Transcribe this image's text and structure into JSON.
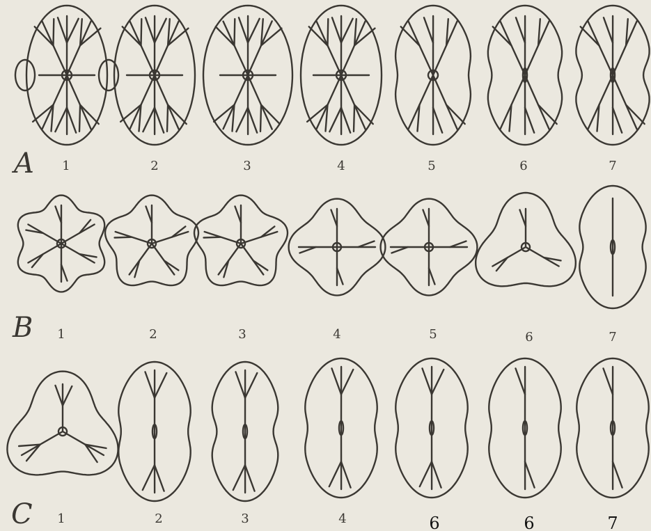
{
  "colors": {
    "paper": "#ebe8df",
    "ink": "#3a3732"
  },
  "rows": [
    {
      "letter": "A",
      "numbers": [
        "1",
        "2",
        "3",
        "4",
        "5",
        "6",
        "7"
      ]
    },
    {
      "letter": "B",
      "numbers": [
        "1",
        "2",
        "3",
        "4",
        "5",
        "6",
        "7"
      ]
    },
    {
      "letter": "C",
      "numbers": [
        "1",
        "2",
        "3",
        "4",
        "",
        "6",
        "7"
      ],
      "extra_numbers": [
        "6"
      ]
    }
  ]
}
